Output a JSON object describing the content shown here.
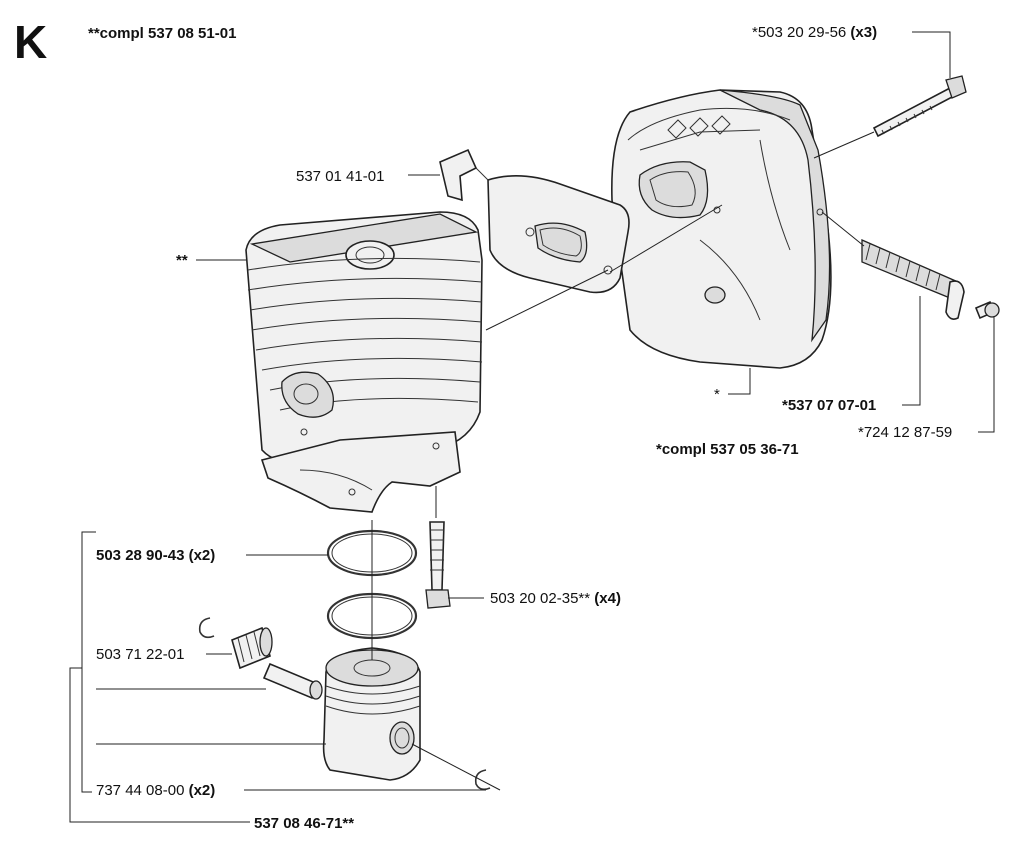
{
  "section_letter": "K",
  "header_label": "**compl 537 08 51-01",
  "labels": {
    "screw_x3": "*503 20 29-56",
    "screw_x3_qty": "(x3)",
    "bracket": "537 01 41-01",
    "cylinder": "**",
    "muffler": "*",
    "spark_screen": "*537 07 07-01",
    "muffler_compl": "*compl 537 05 36-71",
    "muffler_screw": "*724 12 87-59",
    "piston_rings": "503 28 90-43 (x2)",
    "cyl_screw": "503 20 02-35**",
    "cyl_screw_qty": "(x4)",
    "needle_bearing": "503 71 22-01",
    "circlip": "737 44 08-00",
    "circlip_qty": "(x2)",
    "piston_compl": "537 08 46-71**"
  }
}
